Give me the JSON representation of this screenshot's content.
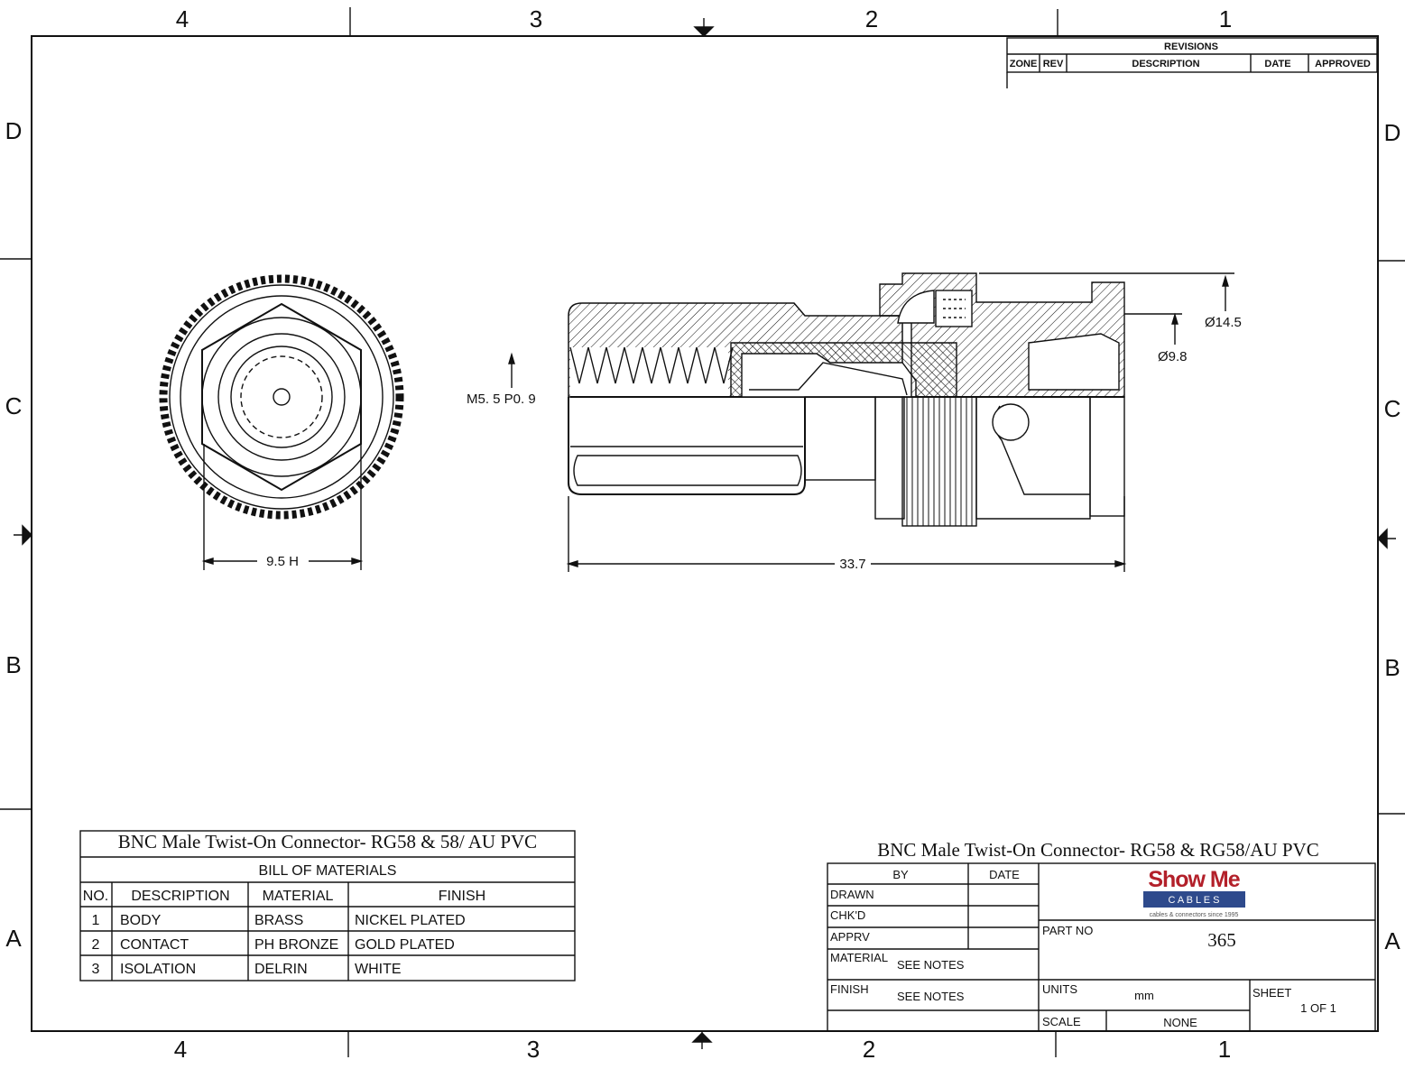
{
  "zones": {
    "columns": [
      "4",
      "3",
      "2",
      "1"
    ],
    "rows": [
      "D",
      "C",
      "B",
      "A"
    ]
  },
  "revisions": {
    "title": "REVISIONS",
    "headers": [
      "ZONE",
      "REV",
      "DESCRIPTION",
      "DATE",
      "APPROVED"
    ]
  },
  "dimensions": {
    "hex": "9.5 H",
    "length": "33.7",
    "thread": "M5. 5  P0. 9",
    "outer_diameter": "Ø14.5",
    "inner_diameter": "Ø9.8"
  },
  "bom": {
    "title": "BNC Male Twist-On Connector- RG58 & 58/ AU PVC",
    "subtitle": "BILL OF MATERIALS",
    "headers": [
      "NO.",
      "DESCRIPTION",
      "MATERIAL",
      "FINISH"
    ],
    "rows": [
      [
        "1",
        "BODY",
        "BRASS",
        "NICKEL  PLATED"
      ],
      [
        "2",
        "CONTACT",
        "PH  BRONZE",
        "GOLD  PLATED"
      ],
      [
        "3",
        "ISOLATION",
        "DELRIN",
        "WHITE"
      ]
    ]
  },
  "title_block": {
    "title": "BNC Male Twist-On Connector- RG58 & RG58/AU PVC",
    "by": "BY",
    "date": "DATE",
    "drawn": "DRAWN",
    "checked": "CHK'D",
    "approved": "APPRV",
    "material_label": "MATERIAL",
    "material_value": "SEE  NOTES",
    "finish_label": "FINISH",
    "finish_value": "SEE  NOTES",
    "part_no_label": "PART  NO",
    "part_no": "365",
    "units_label": "UNITS",
    "units": "mm",
    "scale_label": "SCALE",
    "scale": "NONE",
    "sheet_label": "SHEET",
    "sheet": "1  OF  1",
    "logo": {
      "name": "Show Me",
      "sub": "C A B L E S",
      "tagline": "cables & connectors since 1995",
      "red": "#b3202a",
      "blue": "#2e4a8c"
    }
  }
}
